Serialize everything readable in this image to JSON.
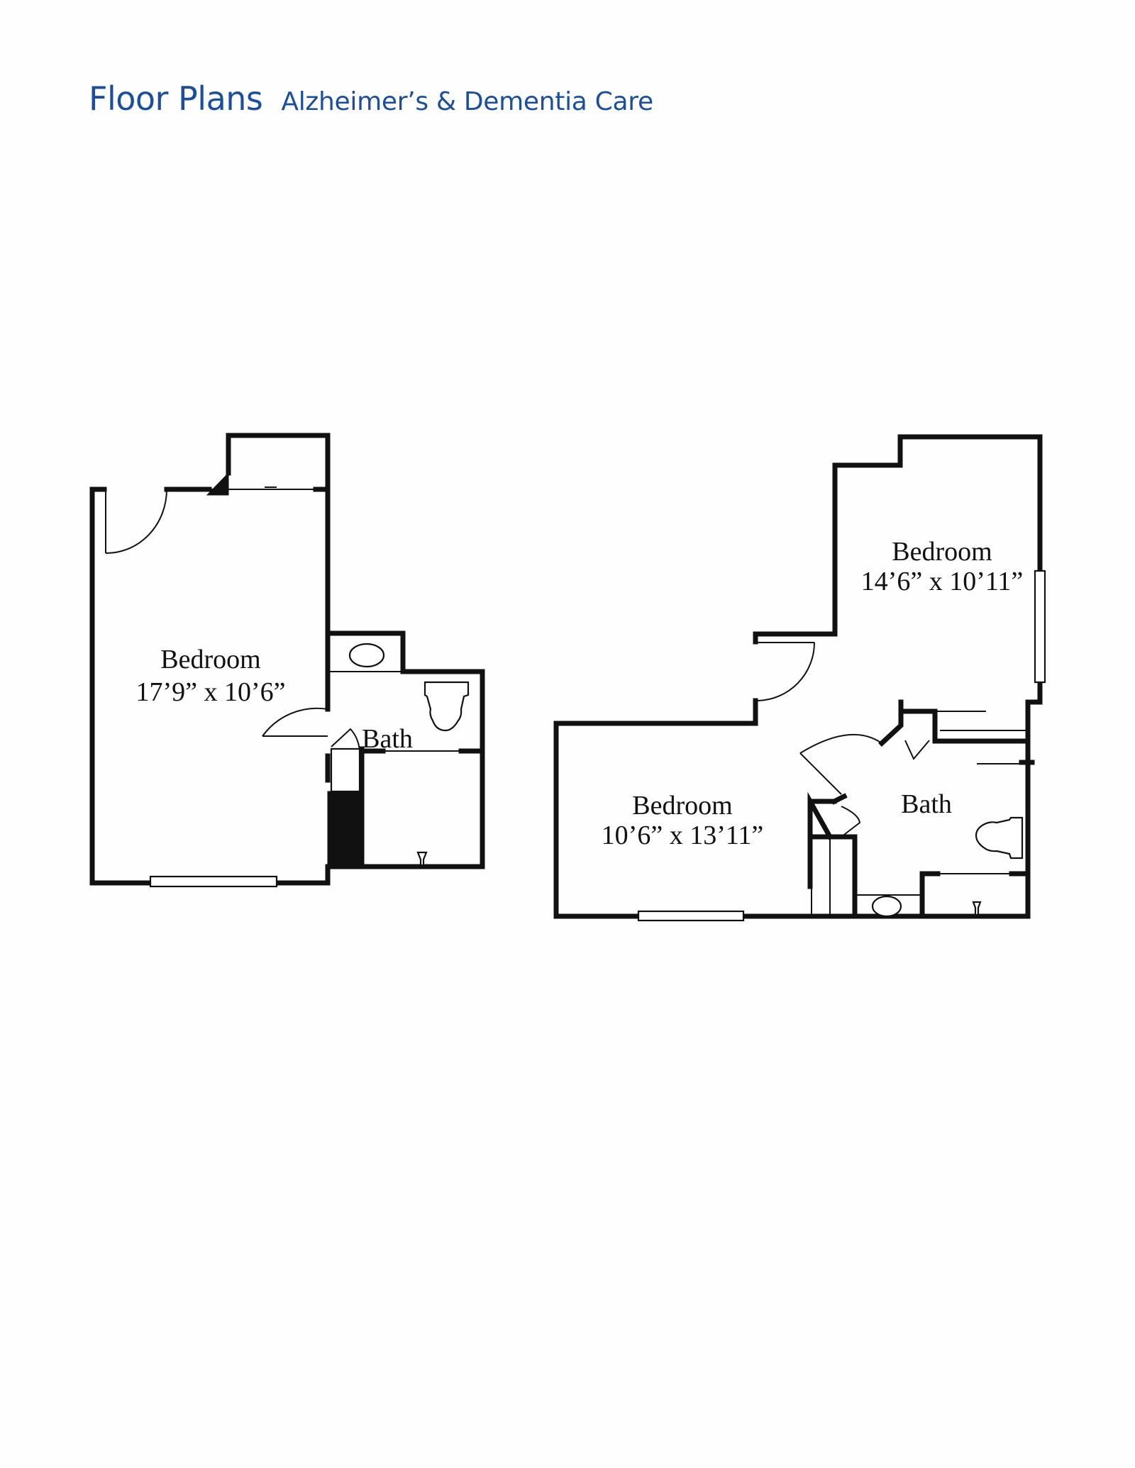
{
  "header": {
    "title": "Floor Plans",
    "subtitle": "Alzheimer’s & Dementia Care"
  },
  "colors": {
    "title": "#1b4f9d",
    "walls": "#111111",
    "background": "#fefefe"
  },
  "plans": [
    {
      "rooms": [
        {
          "name": "Bedroom",
          "size": "17’9” x 10’6”"
        },
        {
          "name": "Bath"
        }
      ]
    },
    {
      "rooms": [
        {
          "name": "Bedroom",
          "size": "14’6” x 10’11”"
        },
        {
          "name": "Bedroom",
          "size": "10’6” x 13’11”"
        },
        {
          "name": "Bath"
        }
      ]
    }
  ]
}
